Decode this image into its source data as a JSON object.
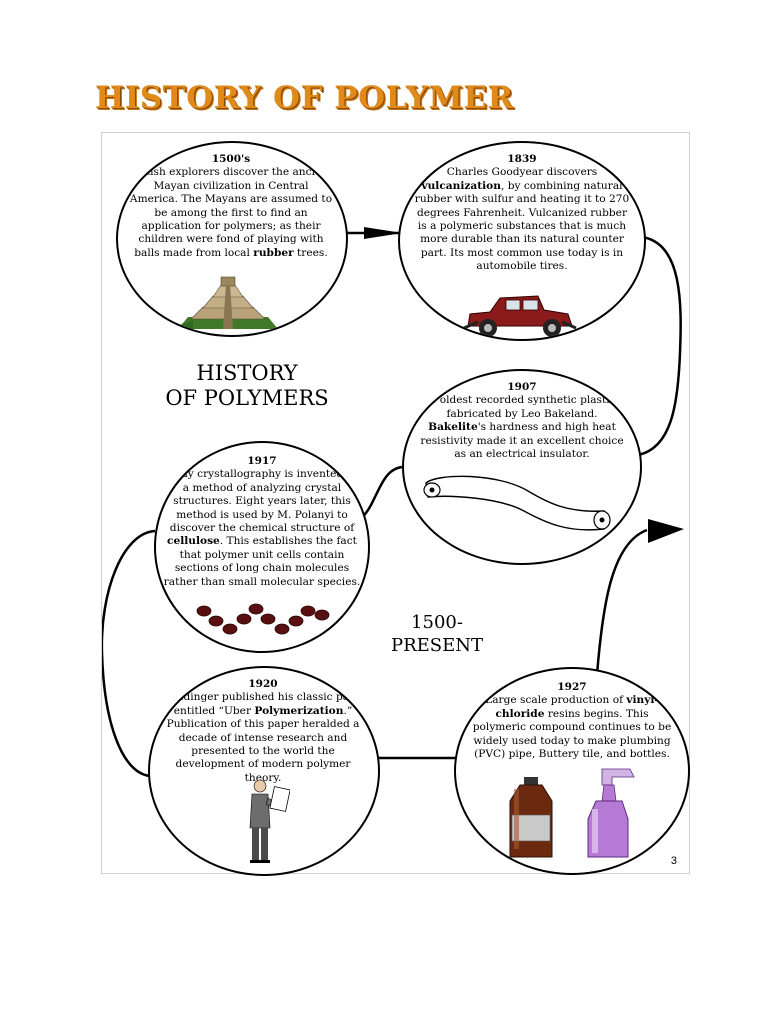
{
  "page": {
    "title": "HISTORY OF POLYMER",
    "page_number": "3"
  },
  "diagram": {
    "center_title": [
      "HISTORY",
      "OF POLYMERS"
    ],
    "range": [
      "1500-",
      "PRESENT"
    ]
  },
  "events": [
    {
      "year": "1500's",
      "parts": [
        {
          "t": "British explorers discover the ancient Mayan civilization in Central America.  The Mayans are assumed to be among the first to find an application for polymers; as their children were fond of playing with balls made from local ",
          "b": false
        },
        {
          "t": "rubber",
          "b": true
        },
        {
          "t": " trees.",
          "b": false
        }
      ],
      "illustration": "mayan-pyramid"
    },
    {
      "year": "1839",
      "parts": [
        {
          "t": "Charles Goodyear discovers ",
          "b": false
        },
        {
          "t": "vulcanization",
          "b": true
        },
        {
          "t": ", by combining natural rubber with sulfur and heating it to 270 degrees Fahrenheit.  Vulcanized rubber is a polymeric substances that is much more durable than its natural counter part.  Its most common use today is in automobile tires.",
          "b": false
        }
      ],
      "illustration": "vintage-car"
    },
    {
      "year": "1907",
      "parts": [
        {
          "t": "The oldest recorded synthetic plastic is fabricated by Leo Bakeland.  ",
          "b": false
        },
        {
          "t": "Bakelite",
          "b": true
        },
        {
          "t": "'s hardness and high heat resistivity made it an excellent choice as an electrical insulator.",
          "b": false
        }
      ],
      "illustration": "bakelite-insulator"
    },
    {
      "year": "1917",
      "parts": [
        {
          "t": "X-ray crystallography is invented as a method of analyzing crystal structures.  Eight years later, this method is used by M. Polanyi to discover the chemical structure of ",
          "b": false
        },
        {
          "t": "cellulose",
          "b": true
        },
        {
          "t": ".  This establishes the fact that polymer unit cells contain sections of long chain molecules rather than small molecular species.",
          "b": false
        }
      ],
      "illustration": "polymer-chain"
    },
    {
      "year": "1920",
      "parts": [
        {
          "t": "Staudinger published his classic paper entitled “Uber ",
          "b": false
        },
        {
          "t": "Polymerization",
          "b": true
        },
        {
          "t": ".”  Publication of this paper heralded a decade of intense research and presented to the world the development of modern polymer theory.",
          "b": false
        }
      ],
      "illustration": "man-reading-paper"
    },
    {
      "year": "1927",
      "parts": [
        {
          "t": "Large scale production of ",
          "b": false
        },
        {
          "t": "vinyl-chloride",
          "b": true
        },
        {
          "t": " resins begins.  This polymeric compound continues to be widely used today to make plumbing (PVC) pipe, Buttery tile, and bottles.",
          "b": false
        }
      ],
      "illustration": "bottles"
    }
  ],
  "colors": {
    "title": "#e08a1a",
    "car_body": "#8b1a1a",
    "chain_beads": "#5a1010",
    "spray_bottle": "#b57ad6",
    "jug": "#6b2a10"
  }
}
